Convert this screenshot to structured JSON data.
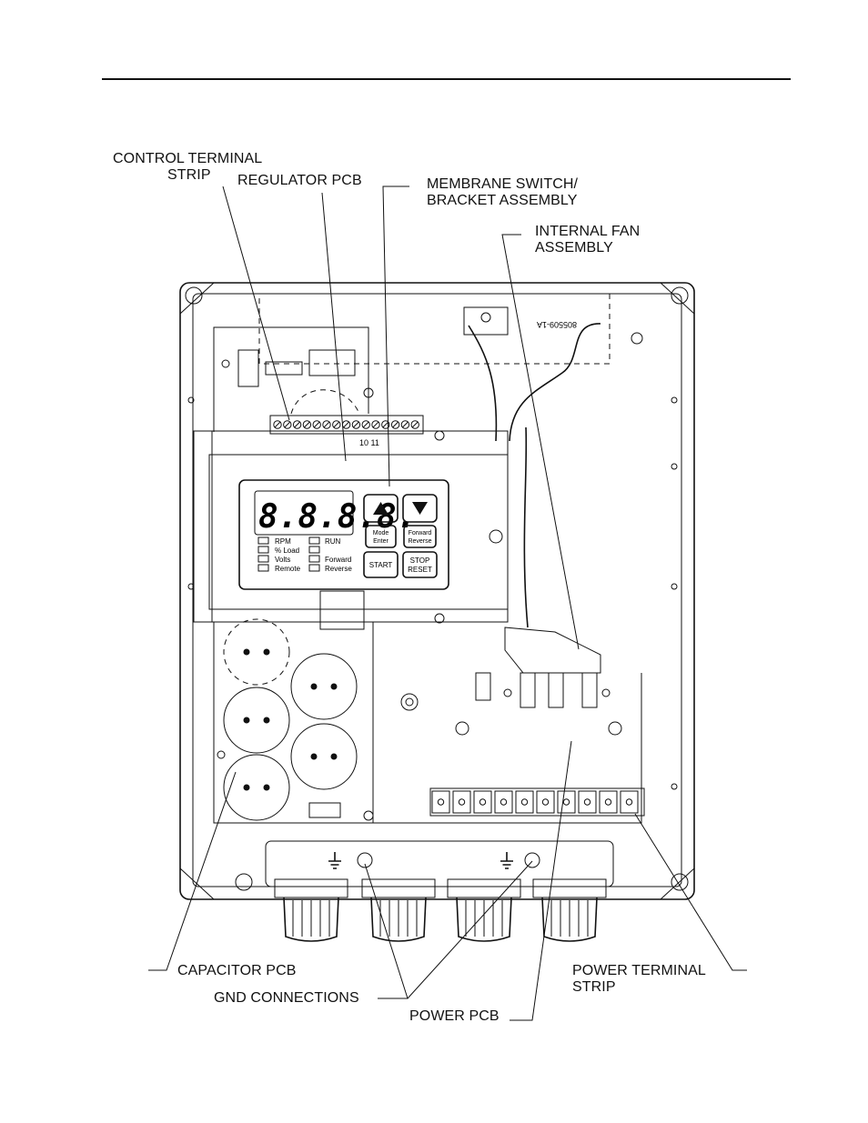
{
  "labels": {
    "control_terminal_strip_line1": "CONTROL TERMINAL",
    "control_terminal_strip_line2": "STRIP",
    "regulator_pcb": "REGULATOR PCB",
    "membrane_switch_line1": "MEMBRANE SWITCH/",
    "membrane_switch_line2": "BRACKET ASSEMBLY",
    "internal_fan_line1": "INTERNAL FAN",
    "internal_fan_line2": "ASSEMBLY",
    "capacitor_pcb": "CAPACITOR PCB",
    "gnd_connections": "GND CONNECTIONS",
    "power_pcb": "POWER PCB",
    "power_terminal_strip_line1": "POWER TERMINAL",
    "power_terminal_strip_line2": "STRIP"
  },
  "keypad": {
    "display": "8.8.8.8.",
    "indicators_left": [
      "RPM",
      "% Load",
      "Volts",
      "Remote"
    ],
    "indicators_right": [
      "RUN",
      "",
      "Forward",
      "Reverse"
    ],
    "mode_line1": "Mode",
    "mode_line2": "Enter",
    "fwd_line1": "Forward",
    "fwd_line2": "Reverse",
    "start": "START",
    "stop_line1": "STOP",
    "stop_line2": "RESET"
  },
  "board_marks": {
    "terminal_numbers": "10 11",
    "part_number": "805509-1A"
  }
}
